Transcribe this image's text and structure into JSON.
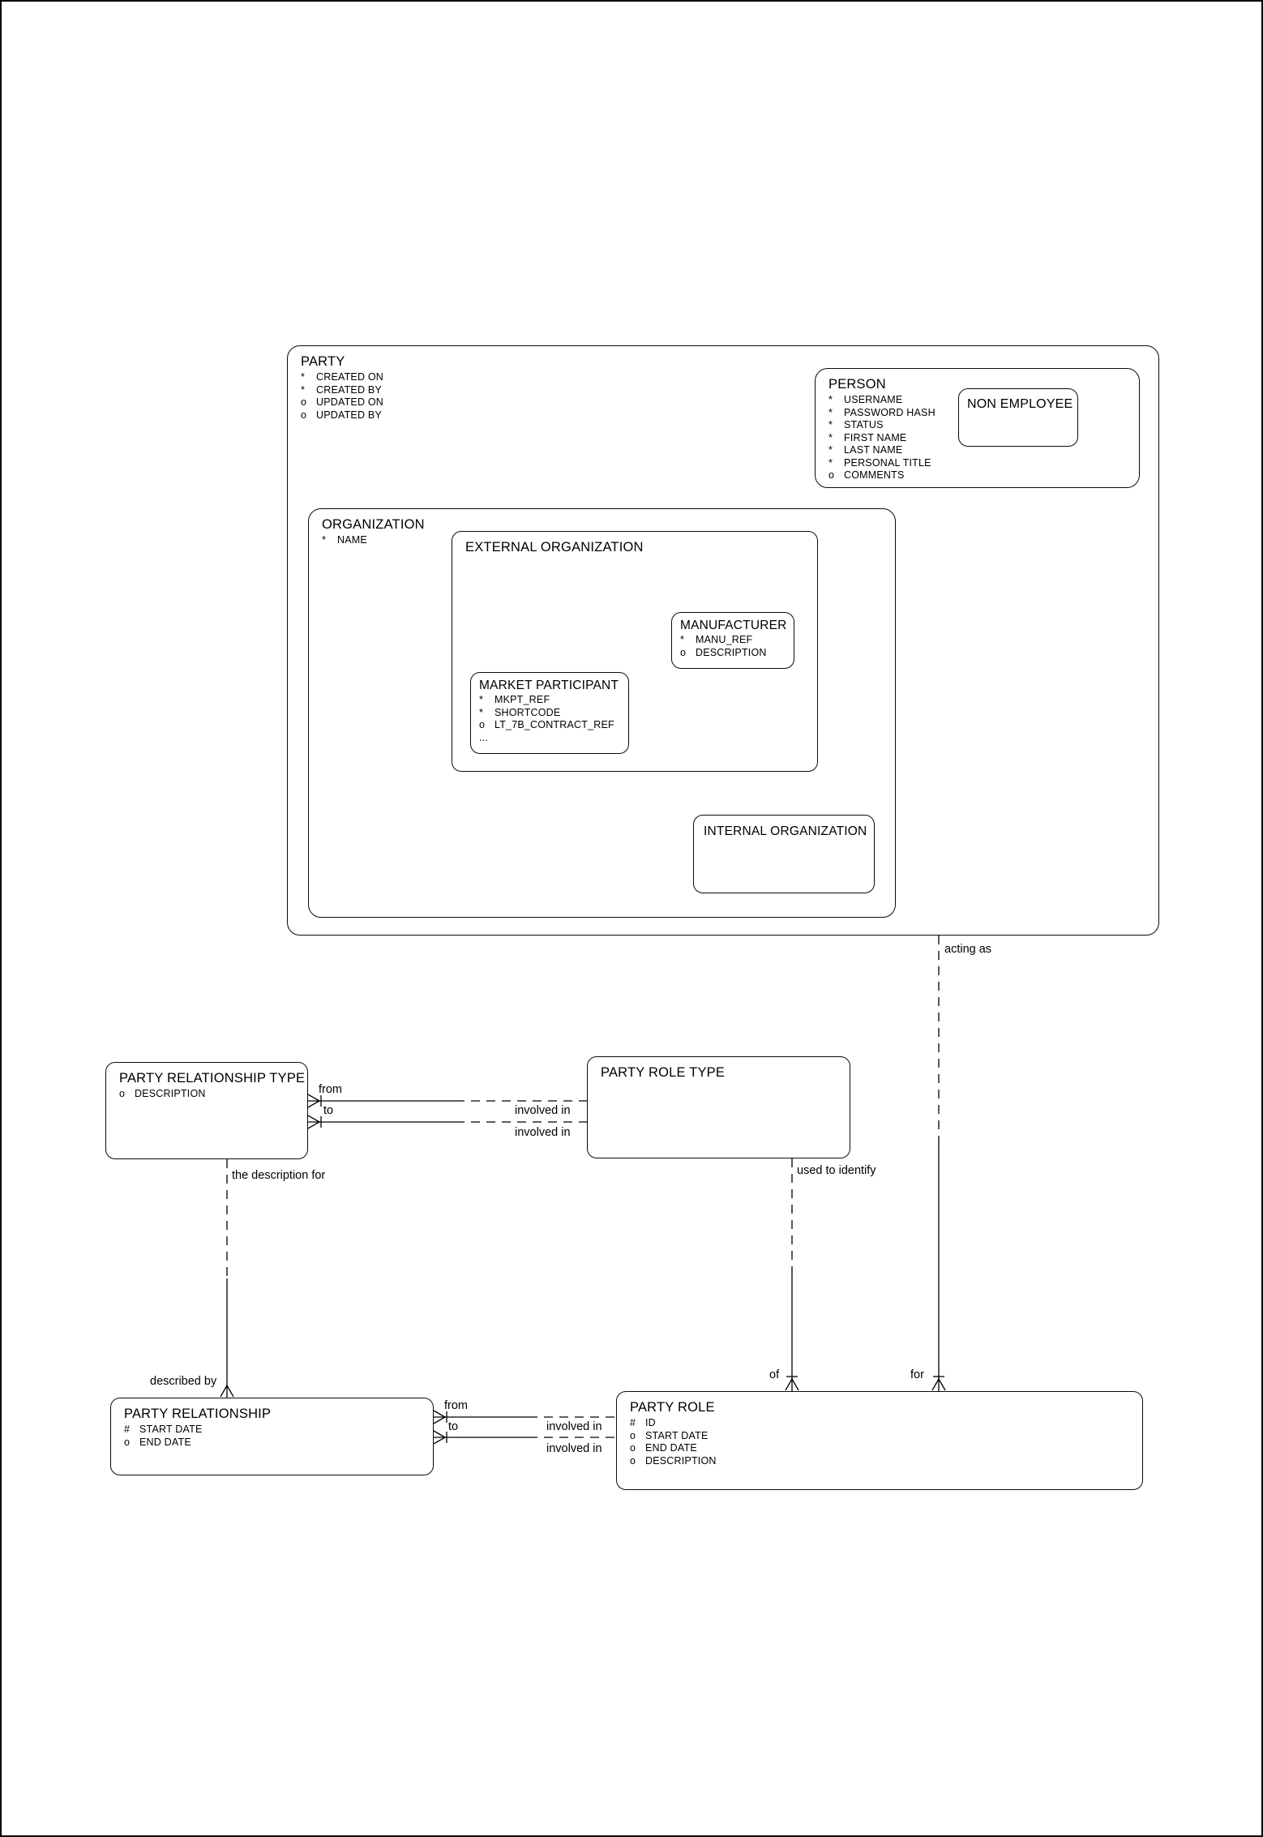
{
  "entities": {
    "party": {
      "title": "PARTY",
      "attrs": [
        {
          "p": "*",
          "n": "CREATED ON"
        },
        {
          "p": "*",
          "n": "CREATED BY"
        },
        {
          "p": "o",
          "n": "UPDATED ON"
        },
        {
          "p": "o",
          "n": "UPDATED BY"
        }
      ]
    },
    "person": {
      "title": "PERSON",
      "attrs": [
        {
          "p": "*",
          "n": "USERNAME"
        },
        {
          "p": "*",
          "n": "PASSWORD HASH"
        },
        {
          "p": "*",
          "n": "STATUS"
        },
        {
          "p": "*",
          "n": "FIRST NAME"
        },
        {
          "p": "*",
          "n": "LAST NAME"
        },
        {
          "p": "*",
          "n": "PERSONAL TITLE"
        },
        {
          "p": "o",
          "n": "COMMENTS"
        }
      ]
    },
    "non_employee": {
      "title": "NON EMPLOYEE"
    },
    "organization": {
      "title": "ORGANIZATION",
      "attrs": [
        {
          "p": "*",
          "n": "NAME"
        }
      ]
    },
    "external_organization": {
      "title": "EXTERNAL ORGANIZATION"
    },
    "manufacturer": {
      "title": "MANUFACTURER",
      "attrs": [
        {
          "p": "*",
          "n": "MANU_REF"
        },
        {
          "p": "o",
          "n": "DESCRIPTION"
        }
      ]
    },
    "market_participant": {
      "title": "MARKET PARTICIPANT",
      "attrs": [
        {
          "p": "*",
          "n": "MKPT_REF"
        },
        {
          "p": "*",
          "n": "SHORTCODE"
        },
        {
          "p": "o",
          "n": "LT_7B_CONTRACT_REF"
        },
        {
          "p": "...",
          "n": ""
        }
      ]
    },
    "internal_organization": {
      "title": "INTERNAL ORGANIZATION"
    },
    "party_relationship_type": {
      "title": "PARTY RELATIONSHIP TYPE",
      "attrs": [
        {
          "p": "o",
          "n": "DESCRIPTION"
        }
      ]
    },
    "party_role_type": {
      "title": "PARTY ROLE TYPE"
    },
    "party_relationship": {
      "title": "PARTY RELATIONSHIP",
      "attrs": [
        {
          "p": "#",
          "n": "START DATE"
        },
        {
          "p": "o",
          "n": "END DATE"
        }
      ]
    },
    "party_role": {
      "title": "PARTY ROLE",
      "attrs": [
        {
          "p": "#",
          "n": "ID"
        },
        {
          "p": "o",
          "n": "START DATE"
        },
        {
          "p": "o",
          "n": "END DATE"
        },
        {
          "p": "o",
          "n": "DESCRIPTION"
        }
      ]
    }
  },
  "relationship_labels": {
    "acting_as": "acting as",
    "for": "for",
    "of": "of",
    "used_to_identify": "used to identify",
    "the_description_for": "the description for",
    "described_by": "described by",
    "from_top": "from",
    "to_top": "to",
    "involved_in_top_1": "involved in",
    "involved_in_top_2": "involved in",
    "from_bottom": "from",
    "to_bottom": "to",
    "involved_in_bottom_1": "involved in",
    "involved_in_bottom_2": "involved in"
  },
  "colors": {
    "line": "#000000",
    "background": "#ffffff"
  }
}
